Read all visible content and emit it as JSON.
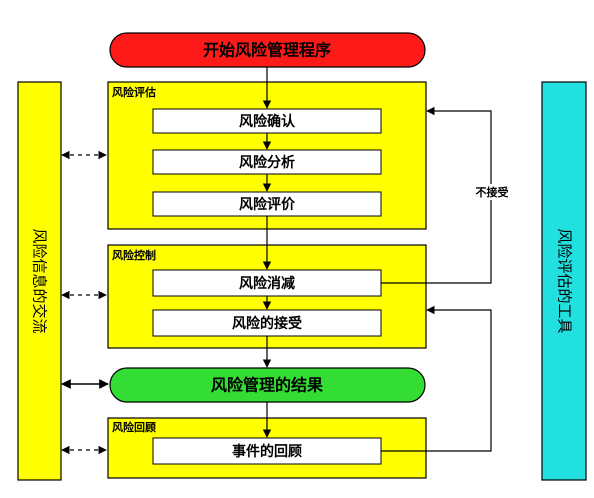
{
  "start": {
    "label": "开始风险管理程序"
  },
  "assessment": {
    "title": "风险评估",
    "steps": [
      "风险确认",
      "风险分析",
      "风险评价"
    ]
  },
  "control": {
    "title": "风险控制",
    "steps": [
      "风险消减",
      "风险的接受"
    ]
  },
  "result": {
    "label": "风险管理的结果"
  },
  "review": {
    "title": "风险回顾",
    "steps": [
      "事件的回顾"
    ]
  },
  "not_accepted": {
    "label": "不接受"
  },
  "left_bar": {
    "label": "风险信息的交流"
  },
  "right_bar": {
    "label": "风险评估的工具"
  },
  "colors": {
    "start": "#ff1a1a",
    "result": "#33dd33",
    "panel": "#ffff00",
    "tool": "#22e0e0",
    "box": "#ffffff"
  }
}
